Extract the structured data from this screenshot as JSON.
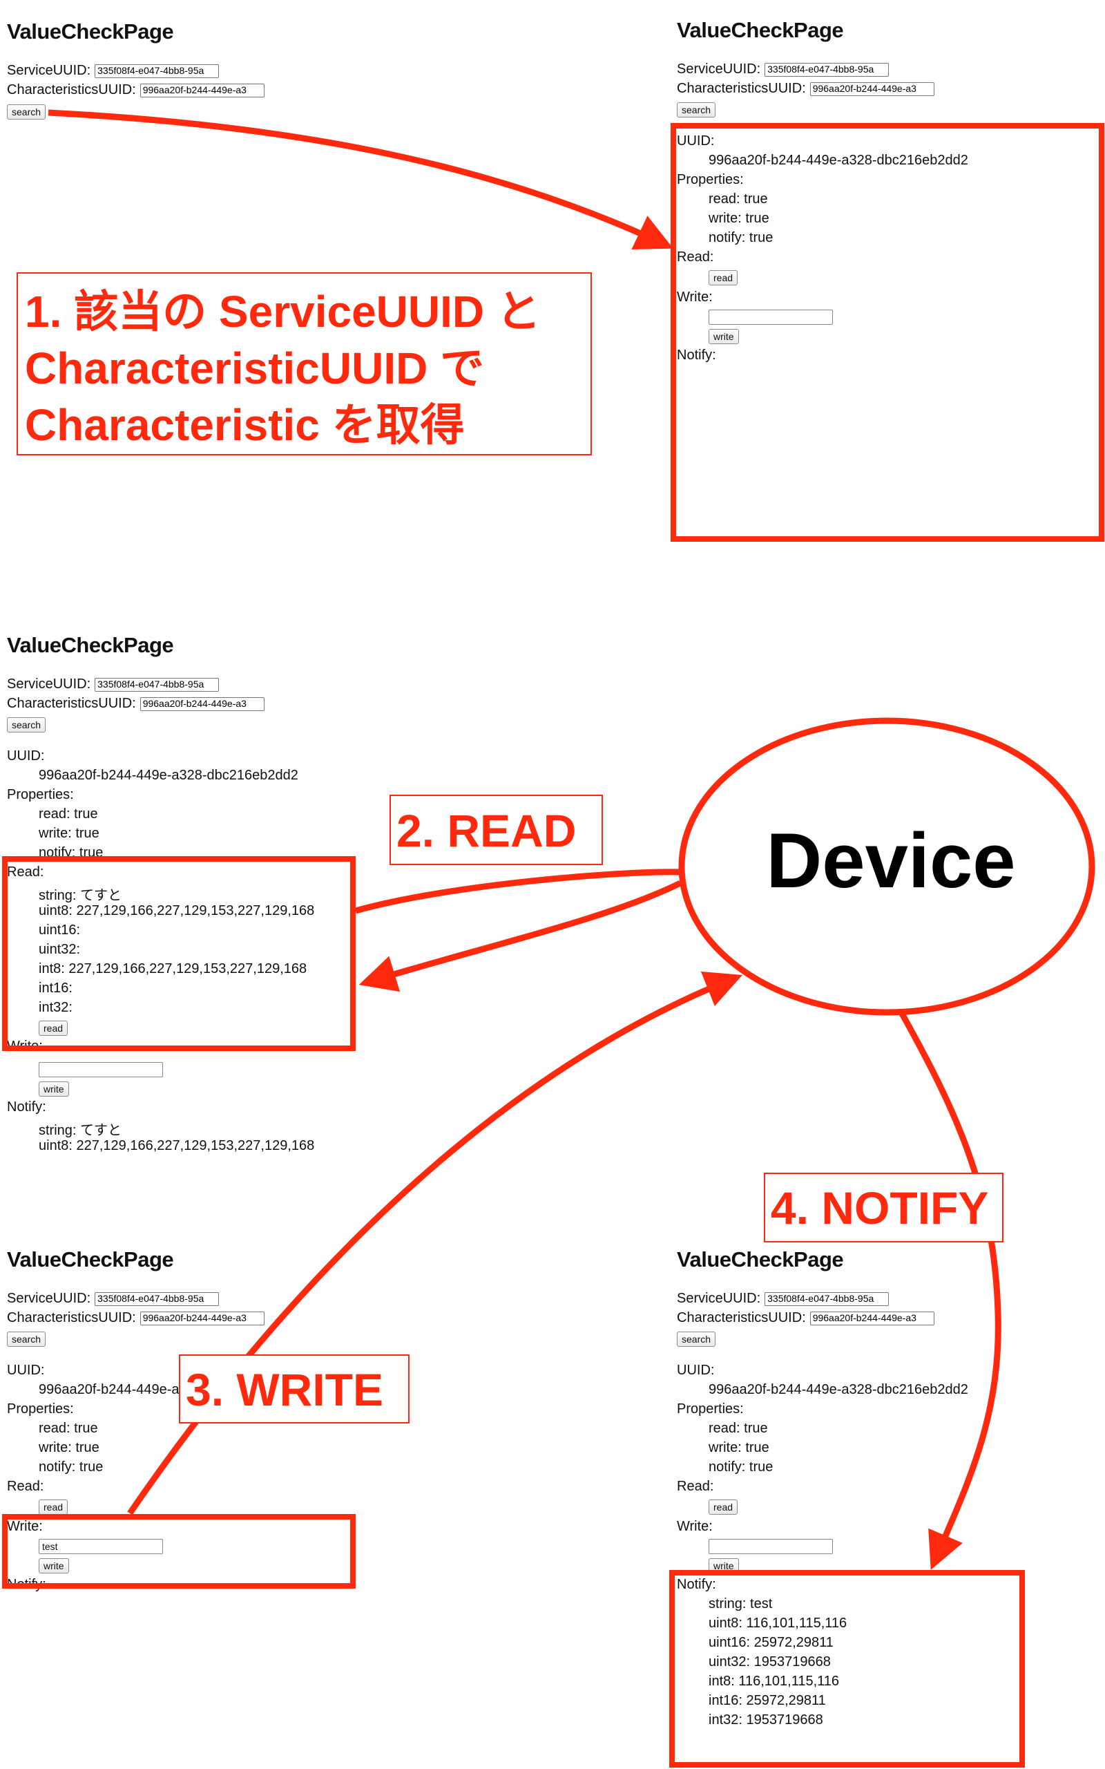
{
  "page_title": "ValueCheckPage",
  "service_uuid_label": "ServiceUUID:",
  "characteristics_uuid_label": "CharacteristicsUUID:",
  "service_uuid_value": "335f08f4-e047-4bb8-95a",
  "characteristics_uuid_value": "996aa20f-b244-449e-a3",
  "search_label": "search",
  "uuid_label": "UUID:",
  "uuid_value": "996aa20f-b244-449e-a328-dbc216eb2dd2",
  "properties_label": "Properties:",
  "prop_read": "read: true",
  "prop_write": "write: true",
  "prop_notify": "notify: true",
  "read_label": "Read:",
  "read_button": "read",
  "write_label": "Write:",
  "write_button": "write",
  "notify_label": "Notify:",
  "read_values": {
    "string": "string: てすと",
    "uint8": "uint8: 227,129,166,227,129,153,227,129,168",
    "uint16": "uint16:",
    "uint32": "uint32:",
    "int8": "int8: 227,129,166,227,129,153,227,129,168",
    "int16": "int16:",
    "int32": "int32:"
  },
  "notify_values_panel3": {
    "string": "string: てすと",
    "uint8": "uint8: 227,129,166,227,129,153,227,129,168"
  },
  "write_input_value": "test",
  "notify_values_panel5": {
    "string": "string: test",
    "uint8": "uint8: 116,101,115,116",
    "uint16": "uint16: 25972,29811",
    "uint32": "uint32: 1953719668",
    "int8": "int8: 116,101,115,116",
    "int16": "int16: 25972,29811",
    "int32": "int32: 1953719668"
  },
  "callouts": {
    "step1_line1": "1. 該当の ServiceUUID と",
    "step1_line2": "CharacteristicUUID で",
    "step1_line3": "Characteristic を取得",
    "step2": "2. READ",
    "step3": "3. WRITE",
    "step4": "4. NOTIFY",
    "device": "Device"
  },
  "colors": {
    "accent": "#ff2a0e"
  }
}
